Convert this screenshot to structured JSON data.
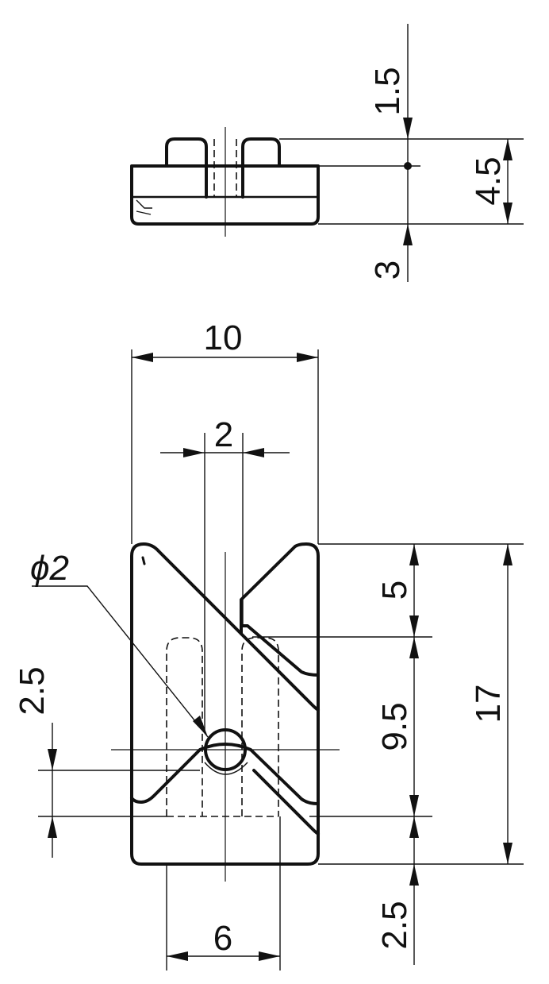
{
  "drawing": {
    "side_view": {
      "dim_top": "1.5",
      "dim_height": "4.5",
      "dim_bottom": "3"
    },
    "front_view": {
      "dim_width": "10",
      "dim_slot_width": "2",
      "dim_hole": "ϕ2",
      "dim_hole_offset": "2.5",
      "dim_v_top": "5",
      "dim_v_middle": "9.5",
      "dim_total_height": "17",
      "dim_bottom_gap": "2.5",
      "dim_hidden_width": "6"
    }
  }
}
